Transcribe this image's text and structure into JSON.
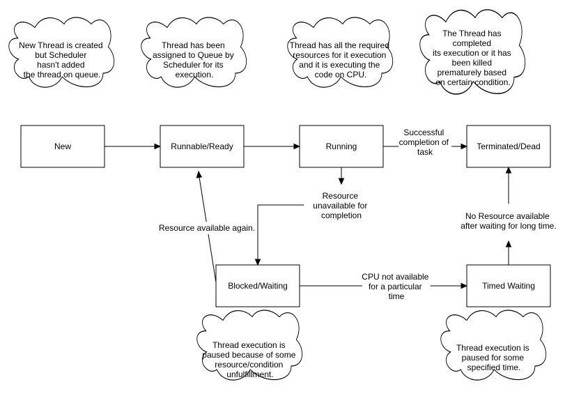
{
  "states": {
    "new": "New",
    "runnable": "Runnable/Ready",
    "running": "Running",
    "terminated": "Terminated/Dead",
    "blocked": "Blocked/Waiting",
    "timed_waiting": "Timed Waiting"
  },
  "edge_labels": {
    "successful": [
      "Successful",
      "completion of",
      "task"
    ],
    "resource_unavailable": [
      "Resource",
      "unavailable for",
      "completion"
    ],
    "resource_available": [
      "Resource available again."
    ],
    "cpu_not_available": [
      "CPU not available",
      "for a particular",
      "time"
    ],
    "no_resource": [
      "No Resource available",
      "after waiting for long time."
    ]
  },
  "notes": {
    "new": [
      "New Thread is created",
      "but Scheduler",
      "hasn't added",
      "the thread on queue."
    ],
    "runnable": [
      "Thread has been",
      "assigned to Queue by",
      "Scheduler for its",
      "execution."
    ],
    "running": [
      "Thread has all the required",
      "resources for it execution",
      "and it is executing the",
      "code on CPU."
    ],
    "terminated": [
      "The Thread has",
      "completed",
      "its execution or it has",
      "been killed",
      "prematurely based",
      "on certain condition."
    ],
    "blocked": [
      "Thread execution is",
      "paused because of some",
      "resource/condition",
      "unfulfillment."
    ],
    "timed_waiting": [
      "Thread execution is",
      "paused for some",
      "specified time."
    ]
  }
}
